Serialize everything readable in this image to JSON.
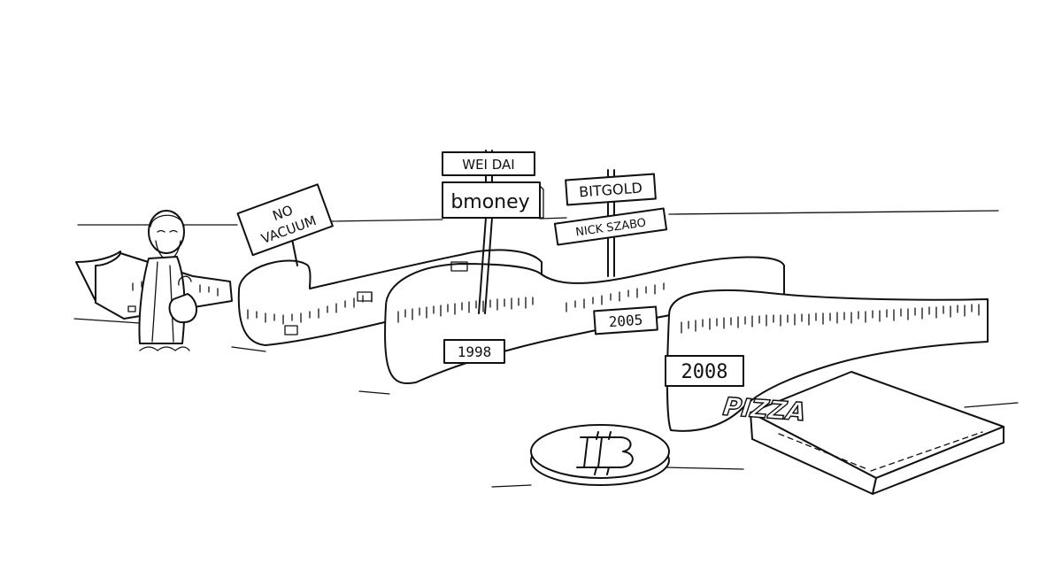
{
  "signs": {
    "no_vacuum_line1": "NO",
    "no_vacuum_line2": "VACUUM",
    "wei_dai": "WEI DAI",
    "bmoney": "bmoney",
    "bitgold": "BITGOLD",
    "nick_szabo": "NICK SZABO"
  },
  "tape_labels": {
    "y1998": "1998",
    "y2005": "2005",
    "y2008": "2008"
  },
  "pizza": {
    "label": "PIZZA"
  },
  "colors": {
    "ink": "#111111",
    "paper": "#ffffff"
  },
  "icons": {
    "coin": "bitcoin-coin-icon",
    "pizza": "pizza-box-icon"
  }
}
